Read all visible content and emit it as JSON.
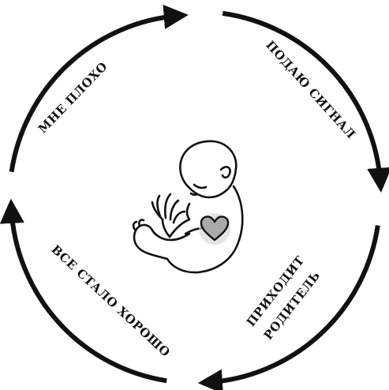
{
  "cycle": {
    "steps": [
      {
        "label": "МНЕ ПЛОХО"
      },
      {
        "label": "ПОДАЮ СИГНАЛ"
      },
      {
        "label": "ПРИХОДИТ",
        "label2": "РОДИТЕЛЬ"
      },
      {
        "label": "ВСЕ СТАЛО ХОРОШО"
      }
    ]
  },
  "colors": {
    "ink": "#111111",
    "heart": "#a9a9a9",
    "heart_glow": "#d8d8d8",
    "background": "#ffffff"
  },
  "center_image": {
    "icon": "baby-with-heart-icon"
  }
}
